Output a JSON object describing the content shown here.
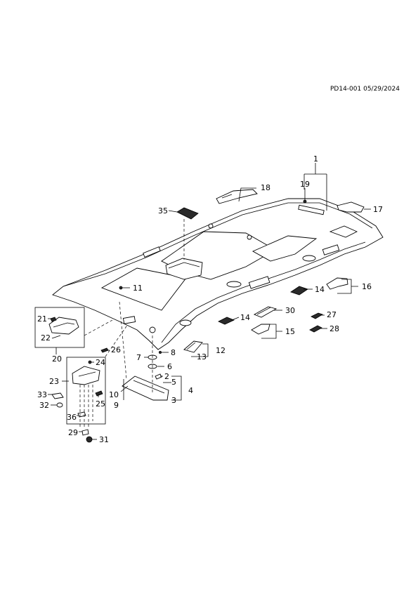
{
  "document": {
    "code_date": "PD14-001 05/29/2024"
  },
  "callouts": {
    "c1": "1",
    "c2": "2",
    "c3": "3",
    "c4": "4",
    "c5": "5",
    "c6": "6",
    "c7": "7",
    "c8": "8",
    "c9": "9",
    "c10": "10",
    "c11": "11",
    "c12": "12",
    "c13": "13",
    "c14a": "14",
    "c14b": "14",
    "c15": "15",
    "c16": "16",
    "c17": "17",
    "c18": "18",
    "c19": "19",
    "c20": "20",
    "c21": "21",
    "c22": "22",
    "c23": "23",
    "c24": "24",
    "c25": "25",
    "c26": "26",
    "c27": "27",
    "c28": "28",
    "c29": "29",
    "c30": "30",
    "c31": "31",
    "c32": "32",
    "c33": "33",
    "c35": "35",
    "c36": "36"
  }
}
